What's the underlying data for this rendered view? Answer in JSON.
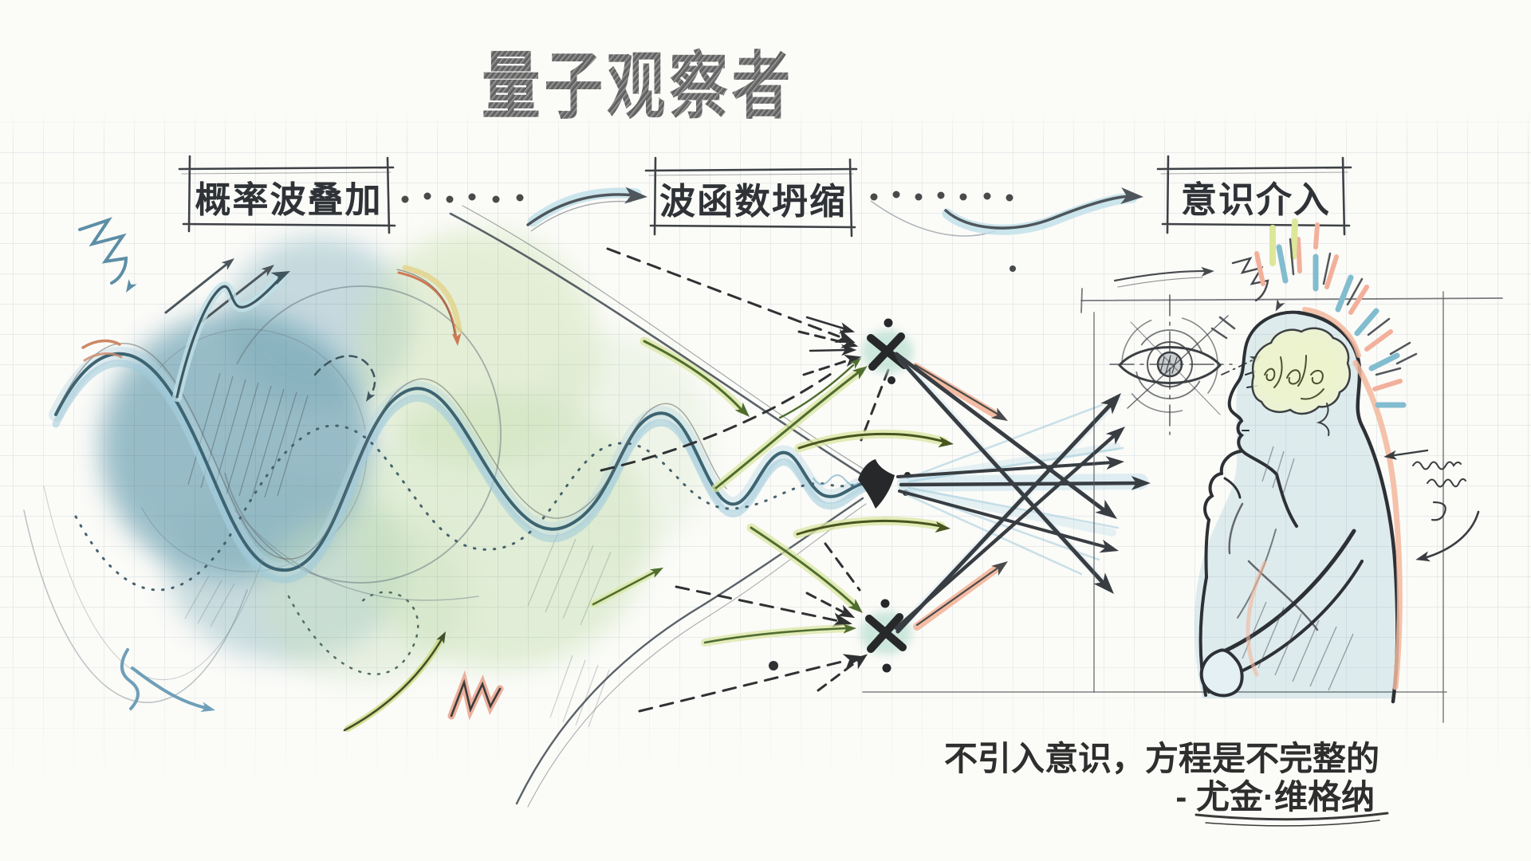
{
  "title": "量子观察者",
  "stages": [
    {
      "label": "概率波叠加"
    },
    {
      "label": "波函数坍缩"
    },
    {
      "label": "意识介入"
    }
  ],
  "quote": {
    "line1": "不引入意识，方程是不完整的",
    "line2": "- 尤金·维格纳"
  },
  "palette": {
    "paper": "#fbfbf8",
    "pencil": "#3a3f45",
    "grid": "#97a5b0",
    "wave_teal": "#3c6472",
    "wash_blue": "#74a7ba",
    "wash_green": "#cfe6c0",
    "highlight_teal": "#bfe0e8",
    "highlight_green": "#d9e6a0",
    "highlight_salmon": "#f2b094",
    "mint": "#bce0d3",
    "ink_dark": "#26282a"
  }
}
